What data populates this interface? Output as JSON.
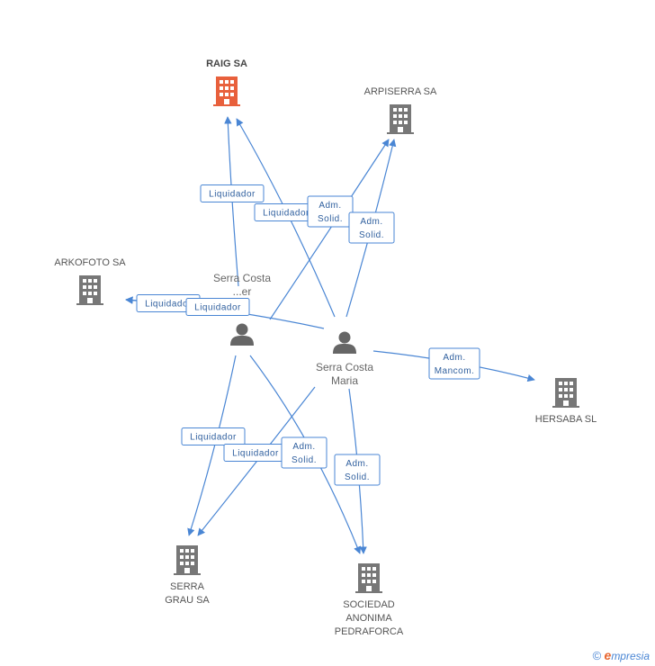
{
  "colors": {
    "edge": "#4a86d4",
    "company": "#777777",
    "company_main": "#e8603c",
    "person": "#666666"
  },
  "companies": [
    {
      "id": "raig",
      "lines": [
        "RAIG SA"
      ],
      "main": true,
      "icon": "building-icon"
    },
    {
      "id": "arpiserra",
      "lines": [
        "ARPISERRA SA"
      ],
      "icon": "building-icon"
    },
    {
      "id": "arkofoto",
      "lines": [
        "ARKOFOTO SA"
      ],
      "icon": "building-icon"
    },
    {
      "id": "hersaba",
      "lines": [
        "HERSABA SL"
      ],
      "icon": "building-icon"
    },
    {
      "id": "serragrau",
      "lines": [
        "SERRA",
        "GRAU SA"
      ],
      "icon": "building-icon"
    },
    {
      "id": "pedraforca",
      "lines": [
        "SOCIEDAD",
        "ANONIMA",
        "PEDRAFORCA"
      ],
      "icon": "building-icon"
    }
  ],
  "persons": [
    {
      "id": "p1",
      "lines": [
        "Serra Costa",
        "...er"
      ],
      "icon": "person-icon"
    },
    {
      "id": "p2",
      "lines": [
        "Serra Costa",
        "Maria"
      ],
      "icon": "person-icon"
    }
  ],
  "edges": [
    {
      "from": "p1",
      "to": "raig",
      "label": [
        "Liquidador"
      ]
    },
    {
      "from": "p2",
      "to": "raig",
      "label": [
        "Liquidador"
      ]
    },
    {
      "from": "p1",
      "to": "arpiserra",
      "label": [
        "Adm.",
        "Solid."
      ]
    },
    {
      "from": "p2",
      "to": "arpiserra",
      "label": [
        "Adm.",
        "Solid."
      ]
    },
    {
      "from": "p1",
      "to": "arkofoto",
      "label": [
        "Liquidador"
      ]
    },
    {
      "from": "p2",
      "to": "arkofoto",
      "label": [
        "Liquidador"
      ]
    },
    {
      "from": "p2",
      "to": "hersaba",
      "label": [
        "Adm.",
        "Mancom."
      ]
    },
    {
      "from": "p1",
      "to": "serragrau",
      "label": [
        "Liquidador"
      ]
    },
    {
      "from": "p2",
      "to": "serragrau",
      "label": [
        "Liquidador"
      ]
    },
    {
      "from": "p1",
      "to": "pedraforca",
      "label": [
        "Adm.",
        "Solid."
      ]
    },
    {
      "from": "p2",
      "to": "pedraforca",
      "label": [
        "Adm.",
        "Solid."
      ]
    }
  ],
  "footer": {
    "copyright": "©",
    "brand_initial": "e",
    "brand_rest": "mpresia"
  }
}
